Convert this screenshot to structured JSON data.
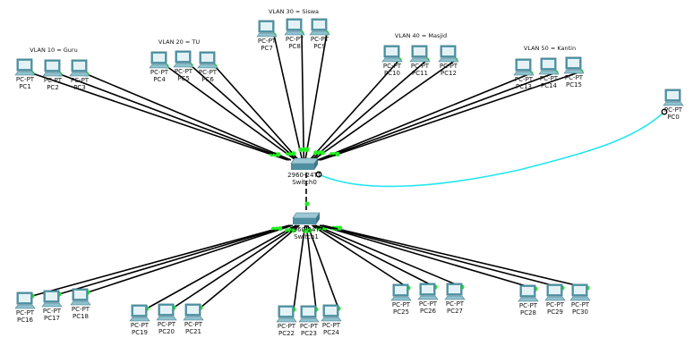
{
  "colors": {
    "link": "#000000",
    "port_up": "#22ee22",
    "console_link": "#22e5f0"
  },
  "vlans": [
    {
      "label": "VLAN 10 = Guru"
    },
    {
      "label": "VLAN 20 = TU"
    },
    {
      "label": "VLAN 30 = Siswa"
    },
    {
      "label": "VLAN 40 = Masjid"
    },
    {
      "label": "VLAN 50 = Kantin"
    }
  ],
  "switches": [
    {
      "model": "2960-24TT",
      "name": "Switch0"
    },
    {
      "model": "2960-24TT",
      "name": "Switch1"
    }
  ],
  "pcs": [
    {
      "type": "PC-PT",
      "name": "PC1",
      "switch": 0
    },
    {
      "type": "PC-PT",
      "name": "PC2",
      "switch": 0
    },
    {
      "type": "PC-PT",
      "name": "PC3",
      "switch": 0
    },
    {
      "type": "PC-PT",
      "name": "PC4",
      "switch": 0
    },
    {
      "type": "PC-PT",
      "name": "PC5",
      "switch": 0
    },
    {
      "type": "PC-PT",
      "name": "PC6",
      "switch": 0
    },
    {
      "type": "PC-PT",
      "name": "PC7",
      "switch": 0
    },
    {
      "type": "PC-PT",
      "name": "PC8",
      "switch": 0
    },
    {
      "type": "PC-PT",
      "name": "PC9",
      "switch": 0
    },
    {
      "type": "PC-PT",
      "name": "PC10",
      "switch": 0
    },
    {
      "type": "PC-PT",
      "name": "PC11",
      "switch": 0
    },
    {
      "type": "PC-PT",
      "name": "PC12",
      "switch": 0
    },
    {
      "type": "PC-PT",
      "name": "PC13",
      "switch": 0
    },
    {
      "type": "PC-PT",
      "name": "PC14",
      "switch": 0
    },
    {
      "type": "PC-PT",
      "name": "PC15",
      "switch": 0
    },
    {
      "type": "PC-PT",
      "name": "PC0",
      "switch": null
    },
    {
      "type": "PC-PT",
      "name": "PC16",
      "switch": 1
    },
    {
      "type": "PC-PT",
      "name": "PC17",
      "switch": 1
    },
    {
      "type": "PC-PT",
      "name": "PC18",
      "switch": 1
    },
    {
      "type": "PC-PT",
      "name": "PC19",
      "switch": 1
    },
    {
      "type": "PC-PT",
      "name": "PC20",
      "switch": 1
    },
    {
      "type": "PC-PT",
      "name": "PC21",
      "switch": 1
    },
    {
      "type": "PC-PT",
      "name": "PC22",
      "switch": 1
    },
    {
      "type": "PC-PT",
      "name": "PC23",
      "switch": 1
    },
    {
      "type": "PC-PT",
      "name": "PC24",
      "switch": 1
    },
    {
      "type": "PC-PT",
      "name": "PC25",
      "switch": 1
    },
    {
      "type": "PC-PT",
      "name": "PC26",
      "switch": 1
    },
    {
      "type": "PC-PT",
      "name": "PC27",
      "switch": 1
    },
    {
      "type": "PC-PT",
      "name": "PC28",
      "switch": 1
    },
    {
      "type": "PC-PT",
      "name": "PC29",
      "switch": 1
    },
    {
      "type": "PC-PT",
      "name": "PC30",
      "switch": 1
    }
  ]
}
